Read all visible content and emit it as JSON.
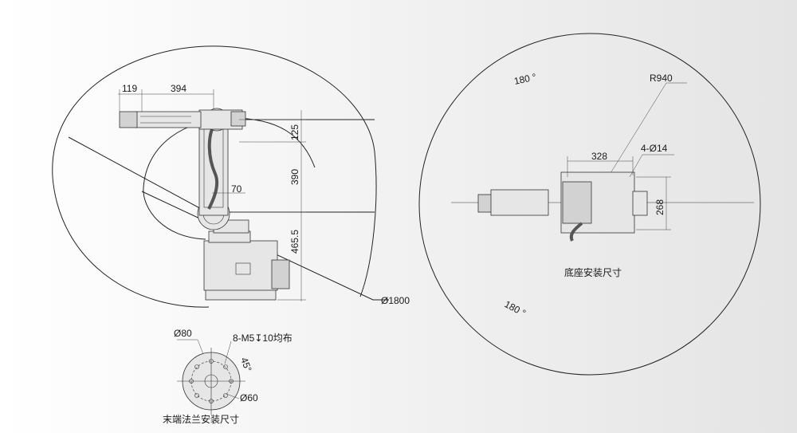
{
  "side_view": {
    "dim_119": "119",
    "dim_394": "394",
    "dim_125": "125",
    "dim_390": "390",
    "dim_70": "70",
    "dim_465_5": "465.5",
    "dim_reach": "Ø1800"
  },
  "flange_view": {
    "dim_outer": "Ø80",
    "dim_holes": "8-M5↧10均布",
    "dim_angle": "45°",
    "dim_inner": "Ø60",
    "caption": "末端法兰安装尺寸"
  },
  "base_view": {
    "angle_top": "180 °",
    "angle_bottom": "180 °",
    "dim_radius": "R940",
    "dim_328": "328",
    "dim_holes": "4-Ø14",
    "dim_268": "268",
    "caption": "底座安装尺寸"
  },
  "colors": {
    "line": "#222222",
    "part_fill": "#e6e6e6",
    "part_dark": "#d2d2d2"
  }
}
